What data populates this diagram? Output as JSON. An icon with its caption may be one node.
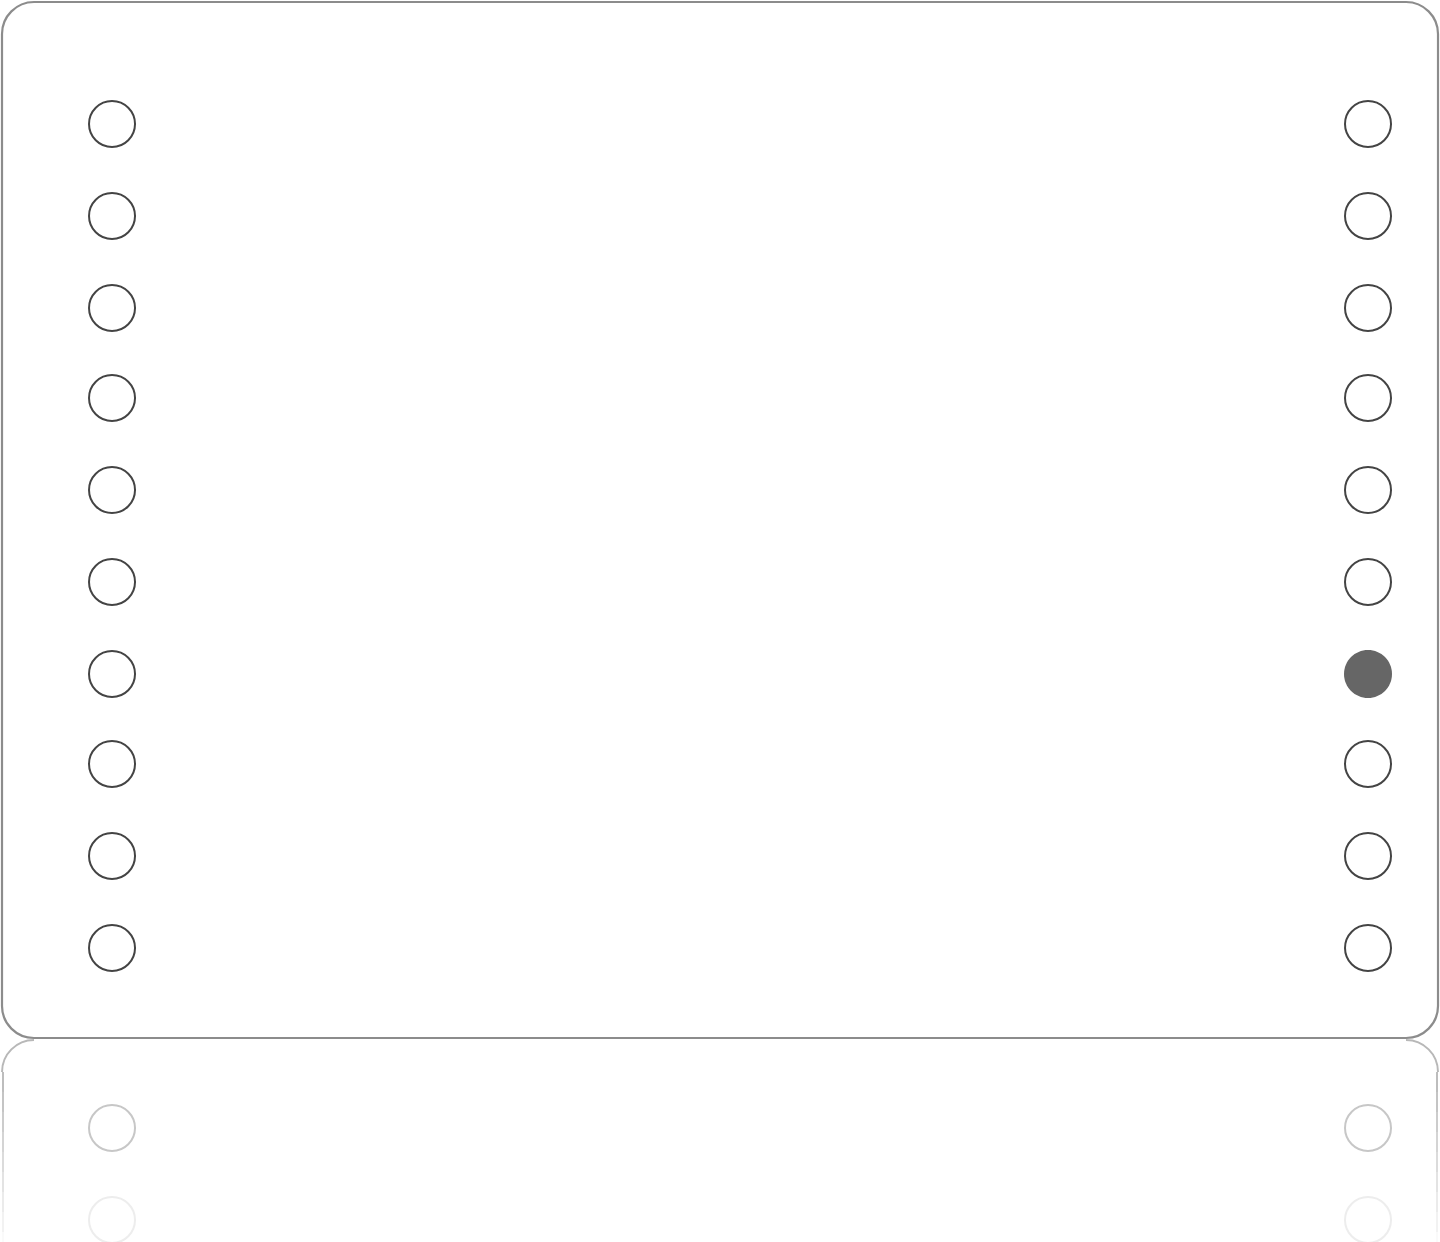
{
  "diagram": {
    "nodes": [
      {
        "text": [],
        "shape": "box"
      },
      {
        "text": [],
        "shape": "circle",
        "in": 0
      },
      {
        "text": [],
        "shape": "circle",
        "in": 0
      },
      {
        "text": [],
        "shape": "circle",
        "in": 0
      },
      {
        "text": [],
        "shape": "circle",
        "in": 0
      },
      {
        "text": [],
        "shape": "circle",
        "in": 0
      },
      {
        "text": [],
        "shape": "circle",
        "in": 0
      },
      {
        "text": [],
        "shape": "circle",
        "in": 0
      },
      {
        "text": [],
        "shape": "circle",
        "in": 0
      },
      {
        "text": [],
        "shape": "circle",
        "in": 0
      },
      {
        "text": [],
        "shape": "circle",
        "in": 0
      },
      {
        "text": [],
        "shape": "circle",
        "in": 0
      },
      {
        "text": [],
        "shape": "circle",
        "in": 0
      },
      {
        "text": [],
        "shape": "circle",
        "in": 0
      },
      {
        "text": [],
        "shape": "circle",
        "in": 0
      },
      {
        "text": [],
        "shape": "circle",
        "in": 0
      },
      {
        "text": [],
        "shape": "circle",
        "in": 0
      },
      {
        "text": [],
        "shape": "dot",
        "in": 0
      },
      {
        "text": [],
        "shape": "circle",
        "in": 0
      },
      {
        "text": [],
        "shape": "circle",
        "in": 0
      },
      {
        "text": [],
        "shape": "circle",
        "in": 0
      }
    ]
  }
}
